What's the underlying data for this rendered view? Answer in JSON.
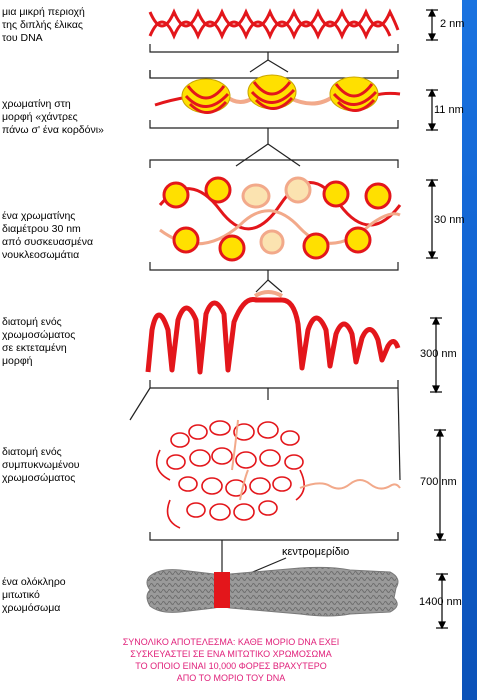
{
  "labels": {
    "dna": "μια μικρή περιοχή\nτης διπλής έλικας\nτου DNA",
    "beads": "χρωματίνη στη\nμορφή «χάντρες\nπάνω σ' ένα κορδόνι»",
    "fiber30": "ένα χρωματίνης\nδιαμέτρου 30 nm\nαπό συσκευασμένα\nνουκλεοσωμάτια",
    "extended": "διατομή ενός\nχρωμοσώματος\nσε εκτεταμένη\nμορφή",
    "condensed": "διατομή ενός\nσυμπυκνωμένου\nχρωμοσώματος",
    "mitotic": "ένα ολόκληρο\nμιτωτικό\nχρωμόσωμα"
  },
  "scales": [
    "2 nm",
    "11 nm",
    "30 nm",
    "300 nm",
    "700 nm",
    "1400 nm"
  ],
  "centromere_label": "κεντρομερίδιο",
  "summary": [
    "ΣΥΝΟΛΙΚΟ ΑΠΟΤΕΛΕΣΜΑ: ΚΑΘΕ ΜΟΡΙΟ DNA ΕΧΕΙ",
    "ΣΥΣΚΕΥΑΣΤΕΙ ΣΕ ΕΝΑ ΜΙΤΩΤΙΚΟ ΧΡΩΜΟΣΩΜΑ",
    "ΤΟ ΟΠΟΙΟ ΕΙΝΑΙ 10,000 ΦΟΡΕΣ ΒΡΑΧΥΤΕΡΟ",
    "ΑΠΟ ΤΟ ΜΟΡΙΟ ΤΟΥ DNA"
  ],
  "colors": {
    "dna_red": "#e3161b",
    "nucleosome_yellow": "#ffe000",
    "linker_pink": "#f2a98a",
    "chromosome_gray": "#8a8a8a",
    "summary_pink": "#e0207a",
    "background_blue": "#0d5ccb"
  }
}
